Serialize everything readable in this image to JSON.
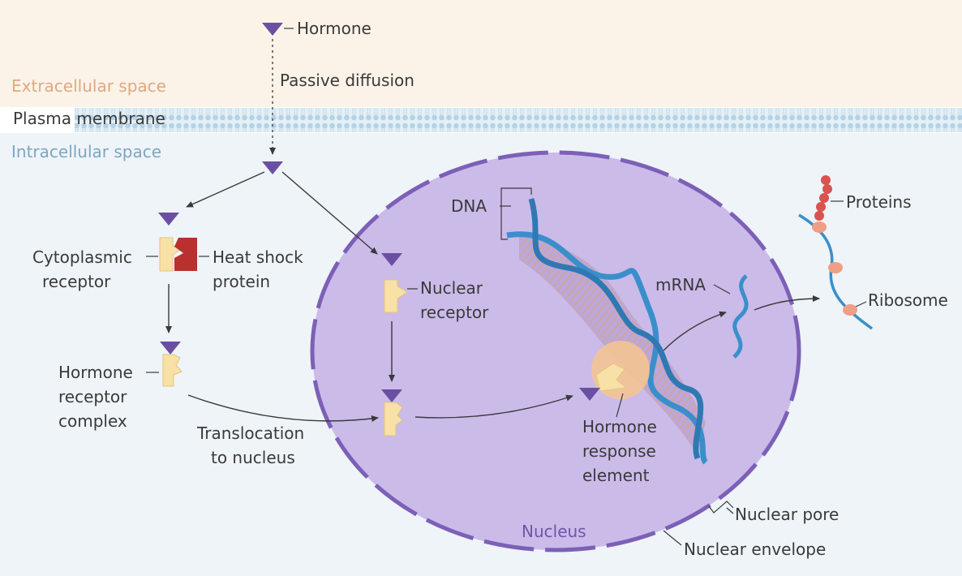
{
  "zones": {
    "extracellular": "Extracellular space",
    "membrane": "Plasma membrane",
    "intracellular": "Intracellular space"
  },
  "labels": {
    "hormone": "Hormone",
    "passive_diffusion": "Passive diffusion",
    "cytoplasmic_receptor_1": "Cytoplasmic",
    "cytoplasmic_receptor_2": "receptor",
    "heat_shock_1": "Heat shock",
    "heat_shock_2": "protein",
    "hrc_1": "Hormone",
    "hrc_2": "receptor",
    "hrc_3": "complex",
    "translocation_1": "Translocation",
    "translocation_2": "to nucleus",
    "nuclear_receptor_1": "Nuclear",
    "nuclear_receptor_2": "receptor",
    "dna": "DNA",
    "mrna": "mRNA",
    "proteins": "Proteins",
    "ribosome": "Ribosome",
    "hre_1": "Hormone",
    "hre_2": "response",
    "hre_3": "element",
    "nucleus": "Nucleus",
    "nuclear_pore": "Nuclear pore",
    "nuclear_envelope": "Nuclear envelope"
  },
  "colors": {
    "extracellular_bg": "#fbf3e8",
    "intracellular_bg": "#eef4f8",
    "nucleus_fill": "#cbbbe9",
    "nucleus_border": "#7c60b7",
    "hormone": "#6a4fa3",
    "receptor": "#f7e1a6",
    "heat_shock_protein": "#b9302f",
    "dna_strand": "#3a8fcb",
    "ribosome": "#ee9f85",
    "protein_chain": "#d9534f"
  }
}
